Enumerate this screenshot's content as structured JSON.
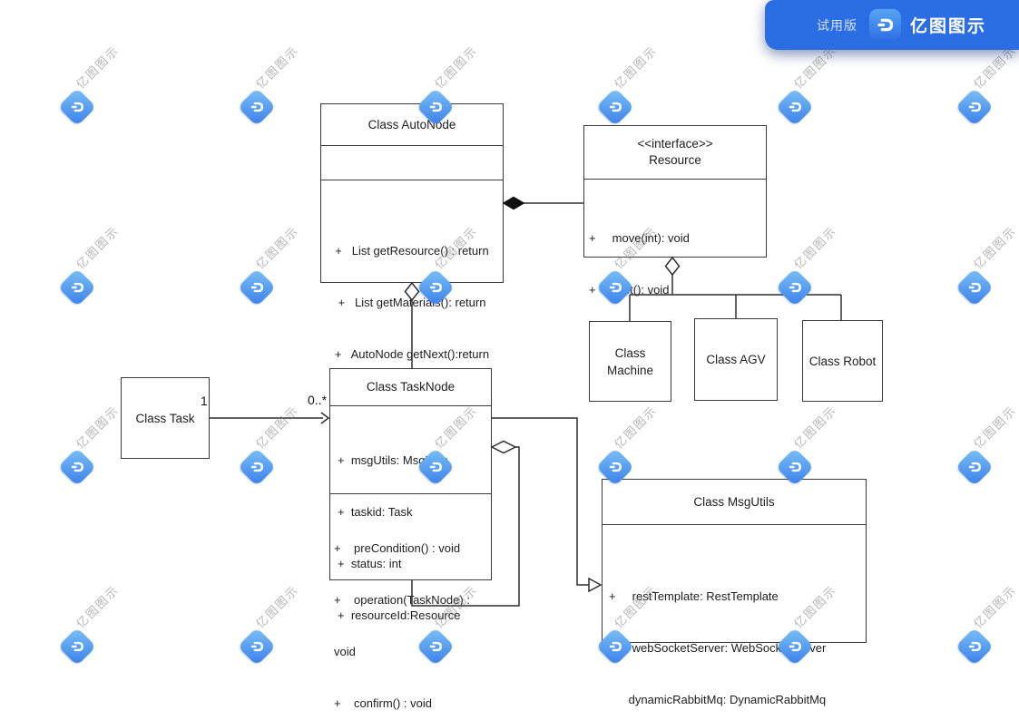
{
  "colors": {
    "header_blue": "#2b6de3",
    "logo_gradient_start": "#57a5f3",
    "logo_gradient_end": "#2e6ee5",
    "watermark_blue_start": "#7cc1f6",
    "watermark_blue_end": "#3a7fe9",
    "line": "#2f2f2f",
    "box_border": "#3a3a3a",
    "box_fill": "#ffffff"
  },
  "header": {
    "trial": "试用版",
    "brand": "亿图图示"
  },
  "watermark": {
    "text": "亿图图示",
    "cols": [
      85,
      283,
      480,
      678,
      876,
      1074
    ],
    "rows": [
      118,
      317,
      515,
      713
    ]
  },
  "labels": {
    "one": "1",
    "many": "0..*"
  },
  "classes": {
    "autonode": {
      "title": "Class AutoNode",
      "methods": [
        "+   List getResource() : return",
        "+   List getMaterials(): return",
        "+   AutoNode getNext():return"
      ]
    },
    "resource": {
      "stereotype": "<<interface>>",
      "title": "Resource",
      "methods": [
        "+     move(int): void",
        "+     wait(): void"
      ]
    },
    "machine": {
      "title_line1": "Class",
      "title_line2": "Machine"
    },
    "agv": {
      "title": "Class AGV"
    },
    "robot": {
      "title": "Class Robot"
    },
    "task": {
      "title": "Class Task"
    },
    "tasknode": {
      "title": "Class TaskNode",
      "attributes": [
        "+  msgUtils: MsgUtils",
        "+  taskid: Task",
        "+  status: int",
        "+  resourceId:Resource"
      ],
      "methods": [
        "+    preCondition() : void",
        "+    operation(TaskNode) :",
        "void",
        "+    confirm() : void"
      ]
    },
    "msgutils": {
      "title": "Class MsgUtils",
      "attributes": [
        "+     restTemplate: RestTemplate",
        "+     webSocketServer: WebSocketServer",
        "      dynamicRabbitMq: DynamicRabbitMq"
      ]
    }
  }
}
